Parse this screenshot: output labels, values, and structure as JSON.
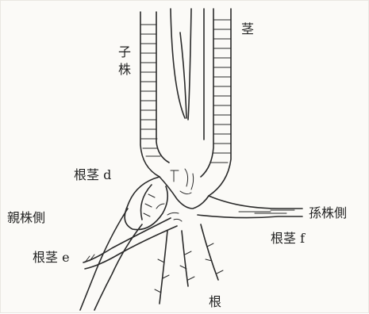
{
  "labels": {
    "stem": "茎",
    "child_plant": "子株",
    "rhizome_d": "根茎 d",
    "parent_side": "親株側",
    "grandchild_side": "孫株側",
    "rhizome_f": "根茎 f",
    "rhizome_e": "根茎 e",
    "root": "根"
  }
}
